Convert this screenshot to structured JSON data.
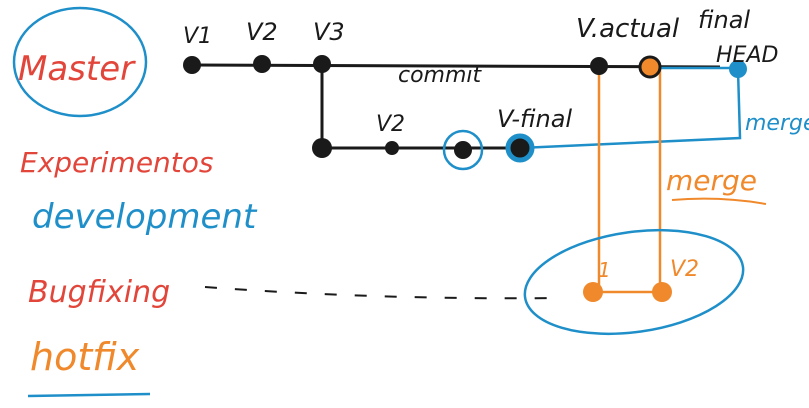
{
  "colors": {
    "ink": "#1a1a1a",
    "red": "#e2463b",
    "blue": "#1f8fc9",
    "orange": "#f0892b"
  },
  "branches": {
    "master": "Master",
    "experimentos": "Experimentos",
    "development": "development",
    "bugfixing": "Bugfixing",
    "hotfix": "hotfix"
  },
  "master_line": {
    "v1": "V1",
    "v2": "V2",
    "v3": "V3",
    "commit": "commit",
    "vactual": "V.actual",
    "final": "final",
    "head": "HEAD"
  },
  "experiment_line": {
    "v2": "V2",
    "vfinal": "V-final",
    "merge": "merge"
  },
  "hotfix_line": {
    "c1": "1",
    "v2": "V2",
    "merge": "merge"
  }
}
